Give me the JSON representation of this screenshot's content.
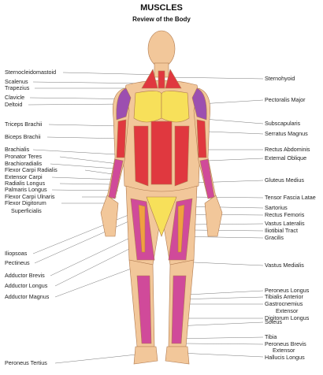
{
  "header": {
    "title": "MUSCLES",
    "subtitle": "Review of the Body"
  },
  "colors": {
    "skin": "#f2c79a",
    "skin_outline": "#b07a4f",
    "red": "#e0383f",
    "pink": "#d04a9a",
    "purple": "#9c4fb0",
    "yellow": "#f7e05a",
    "orange": "#f0a040",
    "leader_line": "#777777"
  },
  "labels_left": [
    "Sternocleidomastoid",
    "Scalenus",
    "Trapezius",
    "Clavicle",
    "Deltoid",
    "Triceps Brachii",
    "Biceps Brachii",
    "Brachialis",
    "Pronator Teres",
    "Brachioradialis",
    "Flexor Carpi Radialis",
    "Extensor Carpi",
    "Radialis Longus",
    "Palmaris Longus",
    "Flexor Carpi Ulnaris",
    "Flexor Digitorum",
    "Superficialis",
    "Iliopsoas",
    "Pectineus",
    "Adductor Brevis",
    "Adductor Longus",
    "Adductor Magnus",
    "Peroneus Tertius"
  ],
  "labels_right": [
    "Sternohyoid",
    "Pectoralis Major",
    "Subscapularis",
    "Serratus Magnus",
    "Rectus Abdominis",
    "External Oblique",
    "Gluteus Medius",
    "Tensor Fascia Latae",
    "Sartorius",
    "Rectus Femoris",
    "Vastus Lateralis",
    "Iliotibial Tract",
    "Gracilis",
    "Vastus Medialis",
    "Peroneus Longus",
    "Tibialis Anterior",
    "Gastrocnemius",
    "Extensor",
    "Digitorum Longus",
    "Soleus",
    "Tibia",
    "Peroneus Brevis",
    "Extensor",
    "Hallucis Longus"
  ]
}
